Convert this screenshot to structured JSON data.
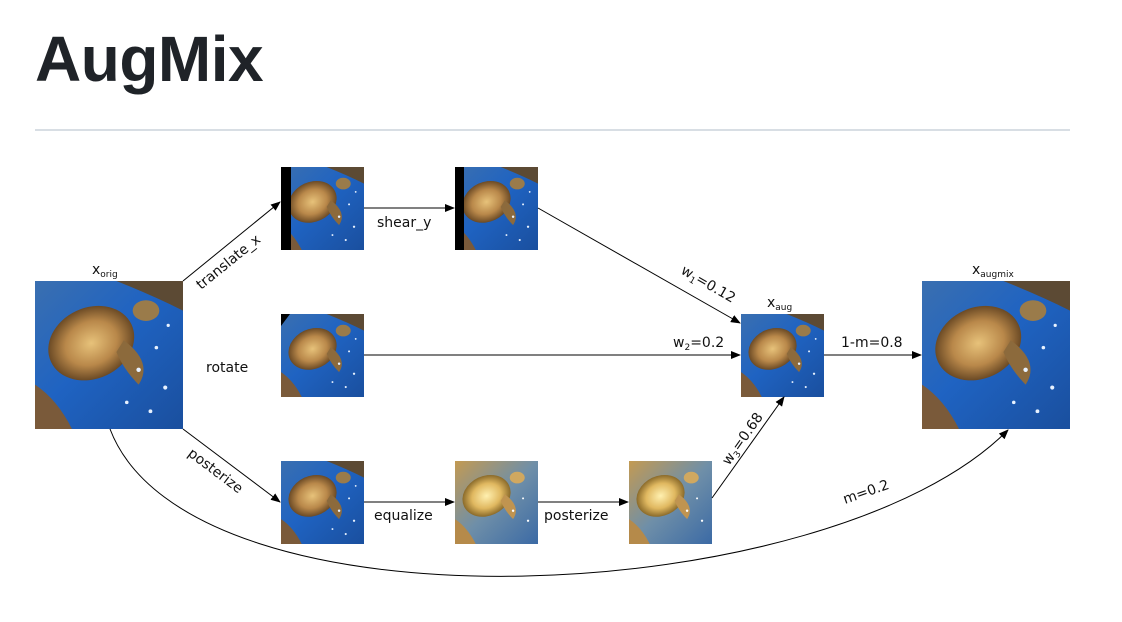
{
  "page": {
    "title": "AugMix"
  },
  "diagram": {
    "nodes": {
      "orig": {
        "label": "x",
        "sub": "orig"
      },
      "aug": {
        "label": "x",
        "sub": "aug"
      },
      "mix": {
        "label": "x",
        "sub": "augmix"
      }
    },
    "ops": {
      "translate_x": "translate_x",
      "shear_y": "shear_y",
      "rotate": "rotate",
      "posterize_1": "posterize",
      "equalize": "equalize",
      "posterize_2": "posterize"
    },
    "weights": {
      "w1": {
        "label": "w",
        "sub": "1",
        "value": "=0.12"
      },
      "w2": {
        "label": "w",
        "sub": "2",
        "value": "=0.2"
      },
      "w3": {
        "label": "w",
        "sub": "3",
        "value": "=0.68"
      }
    },
    "mix": {
      "one_minus_m": "1-m=0.8",
      "m": "m=0.2"
    }
  }
}
